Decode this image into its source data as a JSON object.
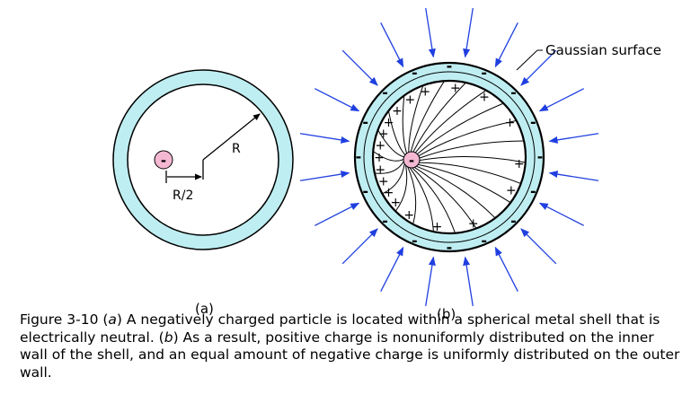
{
  "panel_a": {
    "sub_label": "(a)",
    "particle_sign": "-",
    "radius_label": "R",
    "offset_label": "R/2"
  },
  "panel_b": {
    "sub_label": "(b)",
    "particle_sign": "-",
    "gaussian_label": "Gaussian surface",
    "inner_sign": "+",
    "outer_sign": "-"
  },
  "caption": {
    "lead": "Figure 3-10 (",
    "a": "a",
    "mid1": ") A negatively charged particle is located within a spherical metal shell that is electrically neutral. (",
    "b": "b",
    "mid2": ") As a result, positive charge is nonuniformly distributed on the inner wall of the shell, and an equal amount of negative charge is uniformly distributed on the outer wall."
  },
  "colors": {
    "shell": "#bfeef2",
    "particle": "#f4b8d2",
    "arrow": "#1f3fe0",
    "line": "#000000"
  }
}
